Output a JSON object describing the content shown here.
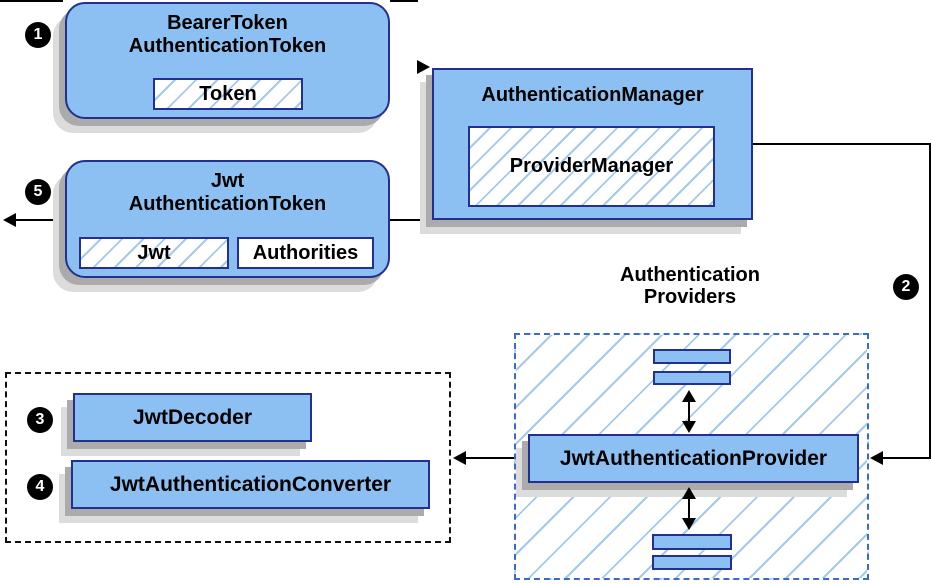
{
  "colors": {
    "node-fill": "#8CC0F2",
    "node-border": "#24308F",
    "hatch-line": "#A5C9EC",
    "blue-dash": "#3A6BC8",
    "black-dash": "#111111",
    "shadow-dark": "#ABABAB",
    "shadow-light": "#DCDCDC",
    "line": "#000000"
  },
  "nodes": {
    "bearer_token": {
      "line1": "BearerToken",
      "line2": "AuthenticationToken",
      "chip": "Token"
    },
    "authentication_manager": {
      "title": "AuthenticationManager",
      "inner": "ProviderManager"
    },
    "jwt_authentication_token": {
      "line1": "Jwt",
      "line2": "AuthenticationToken",
      "chip_jwt": "Jwt",
      "chip_authorities": "Authorities"
    },
    "jwt_authentication_provider": {
      "title": "JwtAuthenticationProvider"
    },
    "jwt_decoder": {
      "title": "JwtDecoder"
    },
    "jwt_authentication_converter": {
      "title": "JwtAuthenticationConverter"
    }
  },
  "labels": {
    "providers_line1": "Authentication",
    "providers_line2": "Providers"
  },
  "markers": {
    "step1": "1",
    "step2": "2",
    "step3": "3",
    "step4": "4",
    "step5": "5"
  }
}
